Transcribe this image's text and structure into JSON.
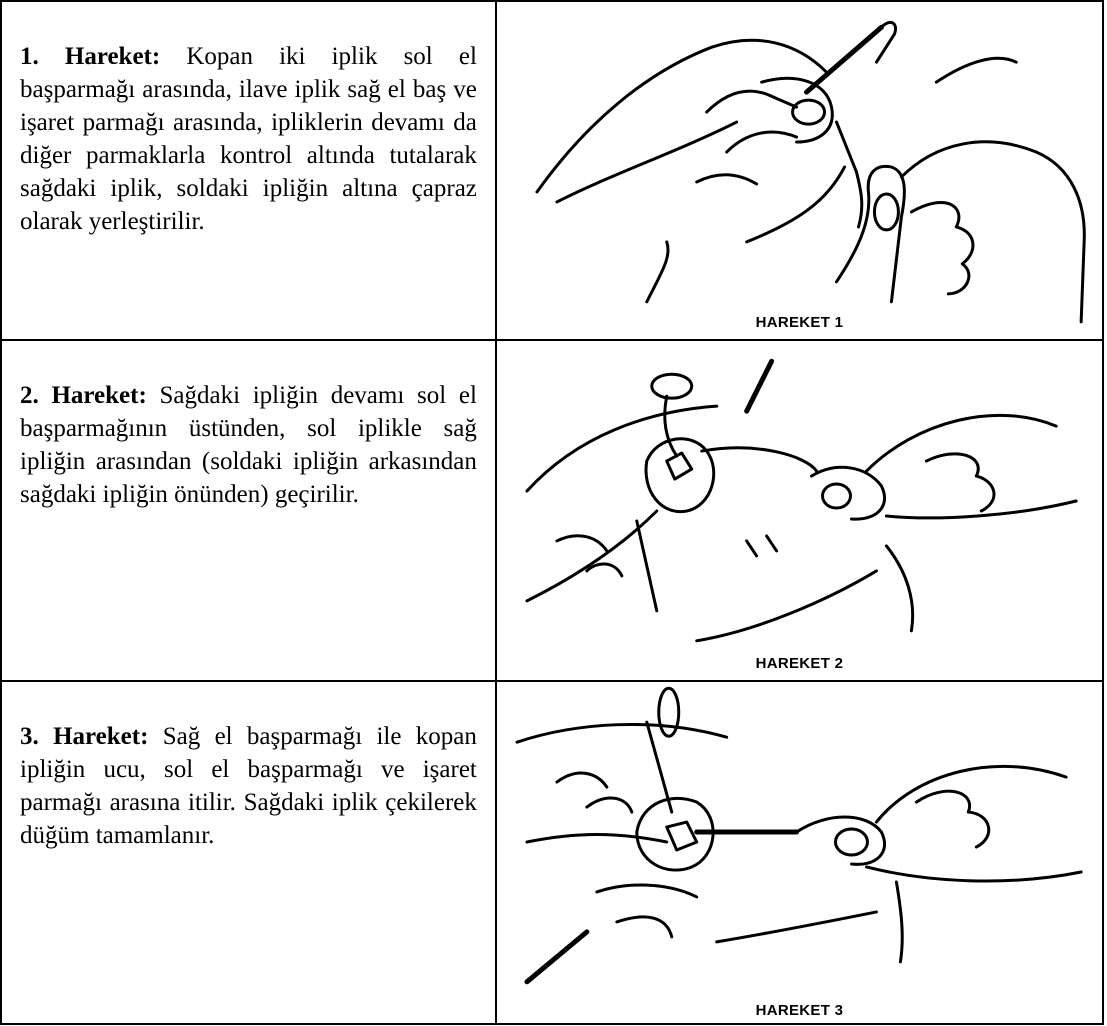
{
  "steps": [
    {
      "number": "1.",
      "word": "Hareket:",
      "text": "Kopan iki iplik sol el başparmağı arasında, ilave iplik sağ el baş ve işaret parmağı arasında, ipliklerin devamı da diğer parmaklarla kontrol altında tutalarak sağdaki iplik, soldaki ipliğin altına çapraz olarak yerleştirilir.",
      "caption": "HAREKET 1"
    },
    {
      "number": "2.",
      "word": "Hareket:",
      "text": "Sağdaki ipliğin devamı sol el başparmağının üstünden, sol iplikle sağ ipliğin arasından (soldaki ipliğin arkasından sağdaki ipliğin önünden) geçirilir.",
      "caption": "HAREKET 2"
    },
    {
      "number": "3.",
      "word": "Hareket:",
      "text": "Sağ el başparmağı ile kopan ipliğin ucu, sol el başparmağı ve işaret parmağı arasına itilir. Sağdaki iplik çekilerek düğüm tamamlanır.",
      "caption": "HAREKET 3"
    }
  ],
  "illustrations": [
    {
      "icon": "hands-crossing-threads-illustration"
    },
    {
      "icon": "hands-passing-thread-illustration"
    },
    {
      "icon": "hands-completing-knot-illustration"
    }
  ]
}
